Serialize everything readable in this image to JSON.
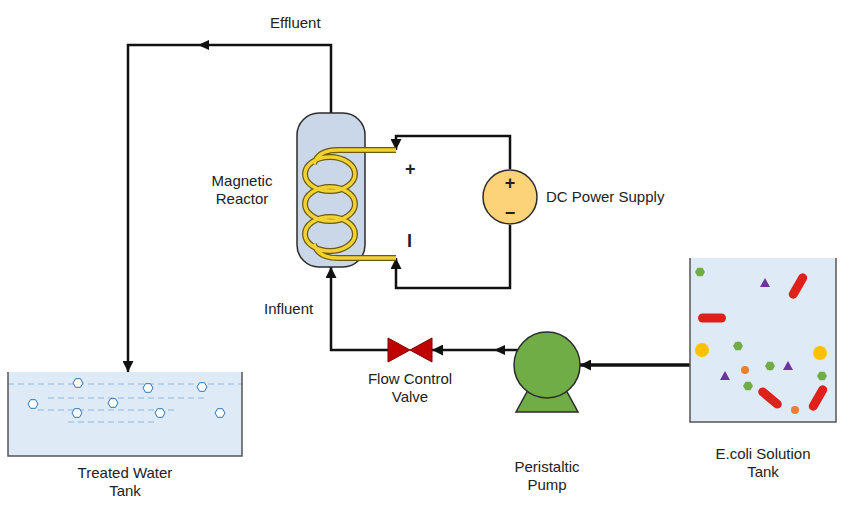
{
  "diagram": {
    "nodes": [
      {
        "text": [
          "Magnetic Reactor"
        ]
      },
      {
        "text": [
          "+",
          "−",
          "DC Power Supply"
        ]
      },
      {
        "text": [
          "Treated Water Tank"
        ]
      },
      {
        "text": [
          "Flow Control Valve"
        ]
      },
      {
        "text": [
          "Peristaltic Pump"
        ]
      },
      {
        "text": [
          "E.coli Solution Tank"
        ]
      }
    ],
    "edges": [
      {
        "from": 5,
        "to": 4,
        "arrow": "to"
      },
      {
        "from": 4,
        "to": 3,
        "arrow": "to"
      },
      {
        "from": 3,
        "to": 0,
        "label": "Influent",
        "arrow": "to"
      },
      {
        "from": 0,
        "to": 2,
        "label": "Effluent",
        "arrow": "to"
      },
      {
        "from": 1,
        "to": 0,
        "label": "+",
        "arrow": "to"
      },
      {
        "from": 1,
        "to": 0,
        "label": "I",
        "arrow": "to"
      }
    ]
  }
}
